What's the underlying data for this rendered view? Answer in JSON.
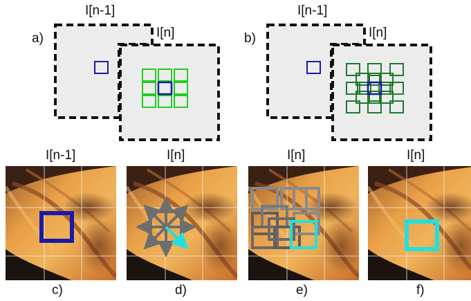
{
  "top_diagrams": [
    {
      "panel_label": "a)",
      "prev_frame_label": "I[n-1]",
      "curr_frame_label": "I[n]",
      "search_pattern": "grid-3x3-adjacent"
    },
    {
      "panel_label": "b)",
      "prev_frame_label": "I[n-1]",
      "curr_frame_label": "I[n]",
      "search_pattern": "grid-overlapping"
    }
  ],
  "photo_panels": [
    {
      "title": "I[n-1]",
      "caption": "c)",
      "overlay": "reference-block"
    },
    {
      "title": "I[n]",
      "caption": "d)",
      "overlay": "direction-arrows"
    },
    {
      "title": "I[n]",
      "caption": "e)",
      "overlay": "candidate-blocks"
    },
    {
      "title": "I[n]",
      "caption": "f)",
      "overlay": "matched-block"
    }
  ],
  "colors": {
    "frame_fill": "#ececec",
    "frame_border": "#111111",
    "reference_block": "#1a1aa6",
    "candidate_light_green": "#22cc22",
    "candidate_dark_green": "#1e7a2e",
    "arrow_gray": "#6e6e6e",
    "match_cyan": "#22e0e0",
    "candidate_gray": "#8a8a8a",
    "tissue_orange": "#e79a3c",
    "dark_background": "#1a1310",
    "grid_lines": "#e8e8e8"
  }
}
